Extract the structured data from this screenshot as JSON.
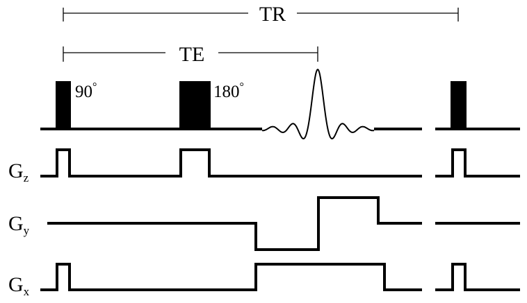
{
  "timing": {
    "tr_label": "TR",
    "te_label": "TE"
  },
  "rf": {
    "pulse_90_label": "90",
    "pulse_180_label": "180",
    "degree_symbol": "°"
  },
  "gradients": {
    "gz": {
      "main": "G",
      "sub": "z"
    },
    "gy": {
      "main": "G",
      "sub": "y"
    },
    "gx": {
      "main": "G",
      "sub": "x"
    }
  }
}
